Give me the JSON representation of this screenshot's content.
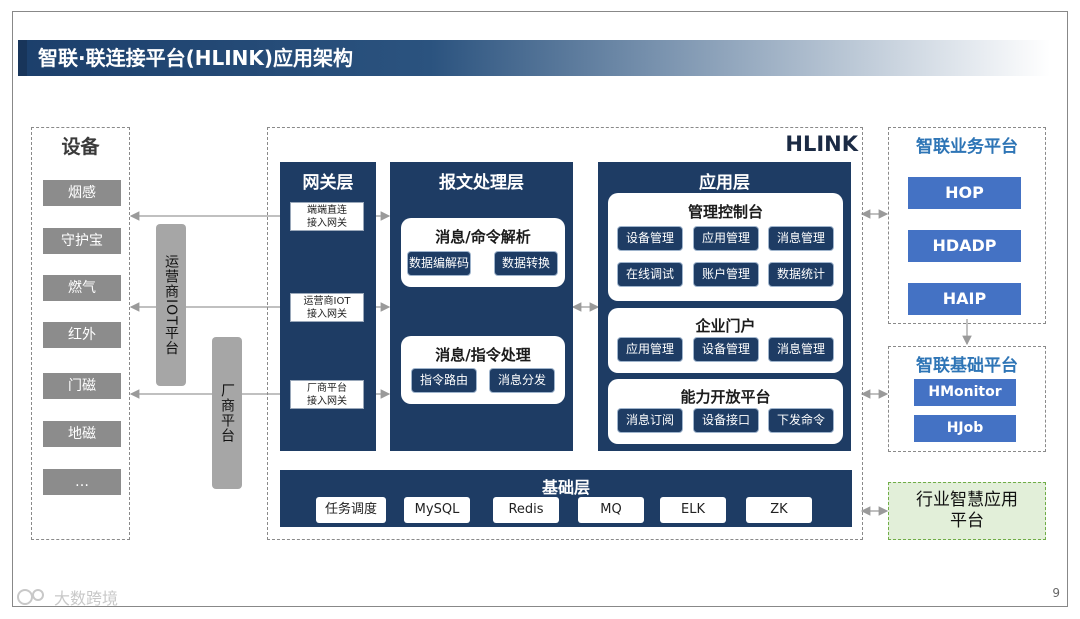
{
  "title": "智联·联连接平台(HLINK)应用架构",
  "page_number": "9",
  "watermark": "大数跨境",
  "devices": {
    "title": "设备",
    "items": [
      "烟感",
      "守护宝",
      "燃气",
      "红外",
      "门磁",
      "地磁",
      "…"
    ]
  },
  "operator_iot_label": "运营商IOT平台",
  "vendor_platform_label": "厂商平台",
  "hlink": {
    "label": "HLINK",
    "gateway_layer": {
      "title": "网关层",
      "items": [
        "端端直连\n接入网关",
        "运营商IOT\n接入网关",
        "厂商平台\n接入网关"
      ]
    },
    "message_layer": {
      "title": "报文处理层",
      "parse": {
        "title": "消息/命令解析",
        "items": [
          "数据编解码",
          "数据转换"
        ]
      },
      "process": {
        "title": "消息/指令处理",
        "items": [
          "指令路由",
          "消息分发"
        ]
      }
    },
    "app_layer": {
      "title": "应用层",
      "console": {
        "title": "管理控制台",
        "items": [
          "设备管理",
          "应用管理",
          "消息管理",
          "在线调试",
          "账户管理",
          "数据统计"
        ]
      },
      "portal": {
        "title": "企业门户",
        "items": [
          "应用管理",
          "设备管理",
          "消息管理"
        ]
      },
      "open_platform": {
        "title": "能力开放平台",
        "items": [
          "消息订阅",
          "设备接口",
          "下发命令"
        ]
      }
    },
    "base_layer": {
      "title": "基础层",
      "items": [
        "任务调度",
        "MySQL",
        "Redis",
        "MQ",
        "ELK",
        "ZK"
      ]
    }
  },
  "business_platform": {
    "title": "智联业务平台",
    "items": [
      "HOP",
      "HDADP",
      "HAIP"
    ]
  },
  "base_platform": {
    "title": "智联基础平台",
    "items": [
      "HMonitor",
      "HJob"
    ]
  },
  "industry_platform": "行业智慧应用\n平台",
  "colors": {
    "navy": "#1e3c64",
    "blue": "#4472c4",
    "gray": "#8c8c8c",
    "green_bg": "#e2efd9",
    "green_border": "#70ad47"
  }
}
